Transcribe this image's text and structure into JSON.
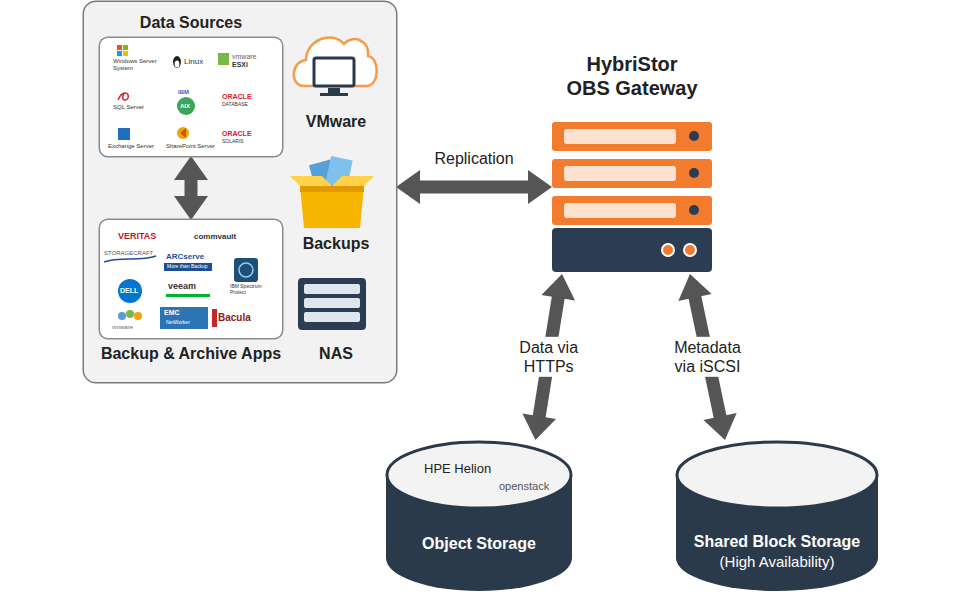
{
  "diagram": {
    "nodes": [
      {
        "text": []
      },
      {
        "text": [
          "Data Sources"
        ],
        "in": 0
      },
      {
        "text": [
          "VMware"
        ],
        "in": 0
      },
      {
        "text": [
          "Backups"
        ],
        "in": 0
      },
      {
        "text": [
          "Backup & Archive Apps"
        ],
        "in": 0
      },
      {
        "text": [
          "NAS"
        ],
        "in": 0
      },
      {
        "text": [
          "HybriStor OBS Gateway"
        ]
      },
      {
        "text": [
          "Object Storage"
        ]
      },
      {
        "text": [
          "Shared Block Storage",
          "(High Availability)"
        ]
      }
    ],
    "edges": [
      {
        "from": 1,
        "to": 4,
        "arrow": "both"
      },
      {
        "from": 0,
        "to": 6,
        "label": "Replication",
        "arrow": "both"
      },
      {
        "from": 6,
        "to": 7,
        "label": "Data via HTTPs",
        "arrow": "both"
      },
      {
        "from": 6,
        "to": 8,
        "label": "Metadata via iSCSI",
        "arrow": "both"
      }
    ],
    "labels": [
      "Windows Server System",
      "Linux",
      "vmware",
      "ESXi",
      "SQL Server",
      "IBM",
      "AIX",
      "ORACLE",
      "DATABASE",
      "Exchange Server",
      "SharePoint Server",
      "ORACLE",
      "SOLARIS",
      "VERITAS",
      "commvault",
      "STORAGECRAFT",
      "ARCserve",
      "More than Backup",
      "IBM Spectrum Protect",
      "DELL",
      "veeam",
      "vmware",
      "EMC",
      "NetWorker",
      "Bacula",
      "HPE Helion",
      "openstack"
    ]
  }
}
